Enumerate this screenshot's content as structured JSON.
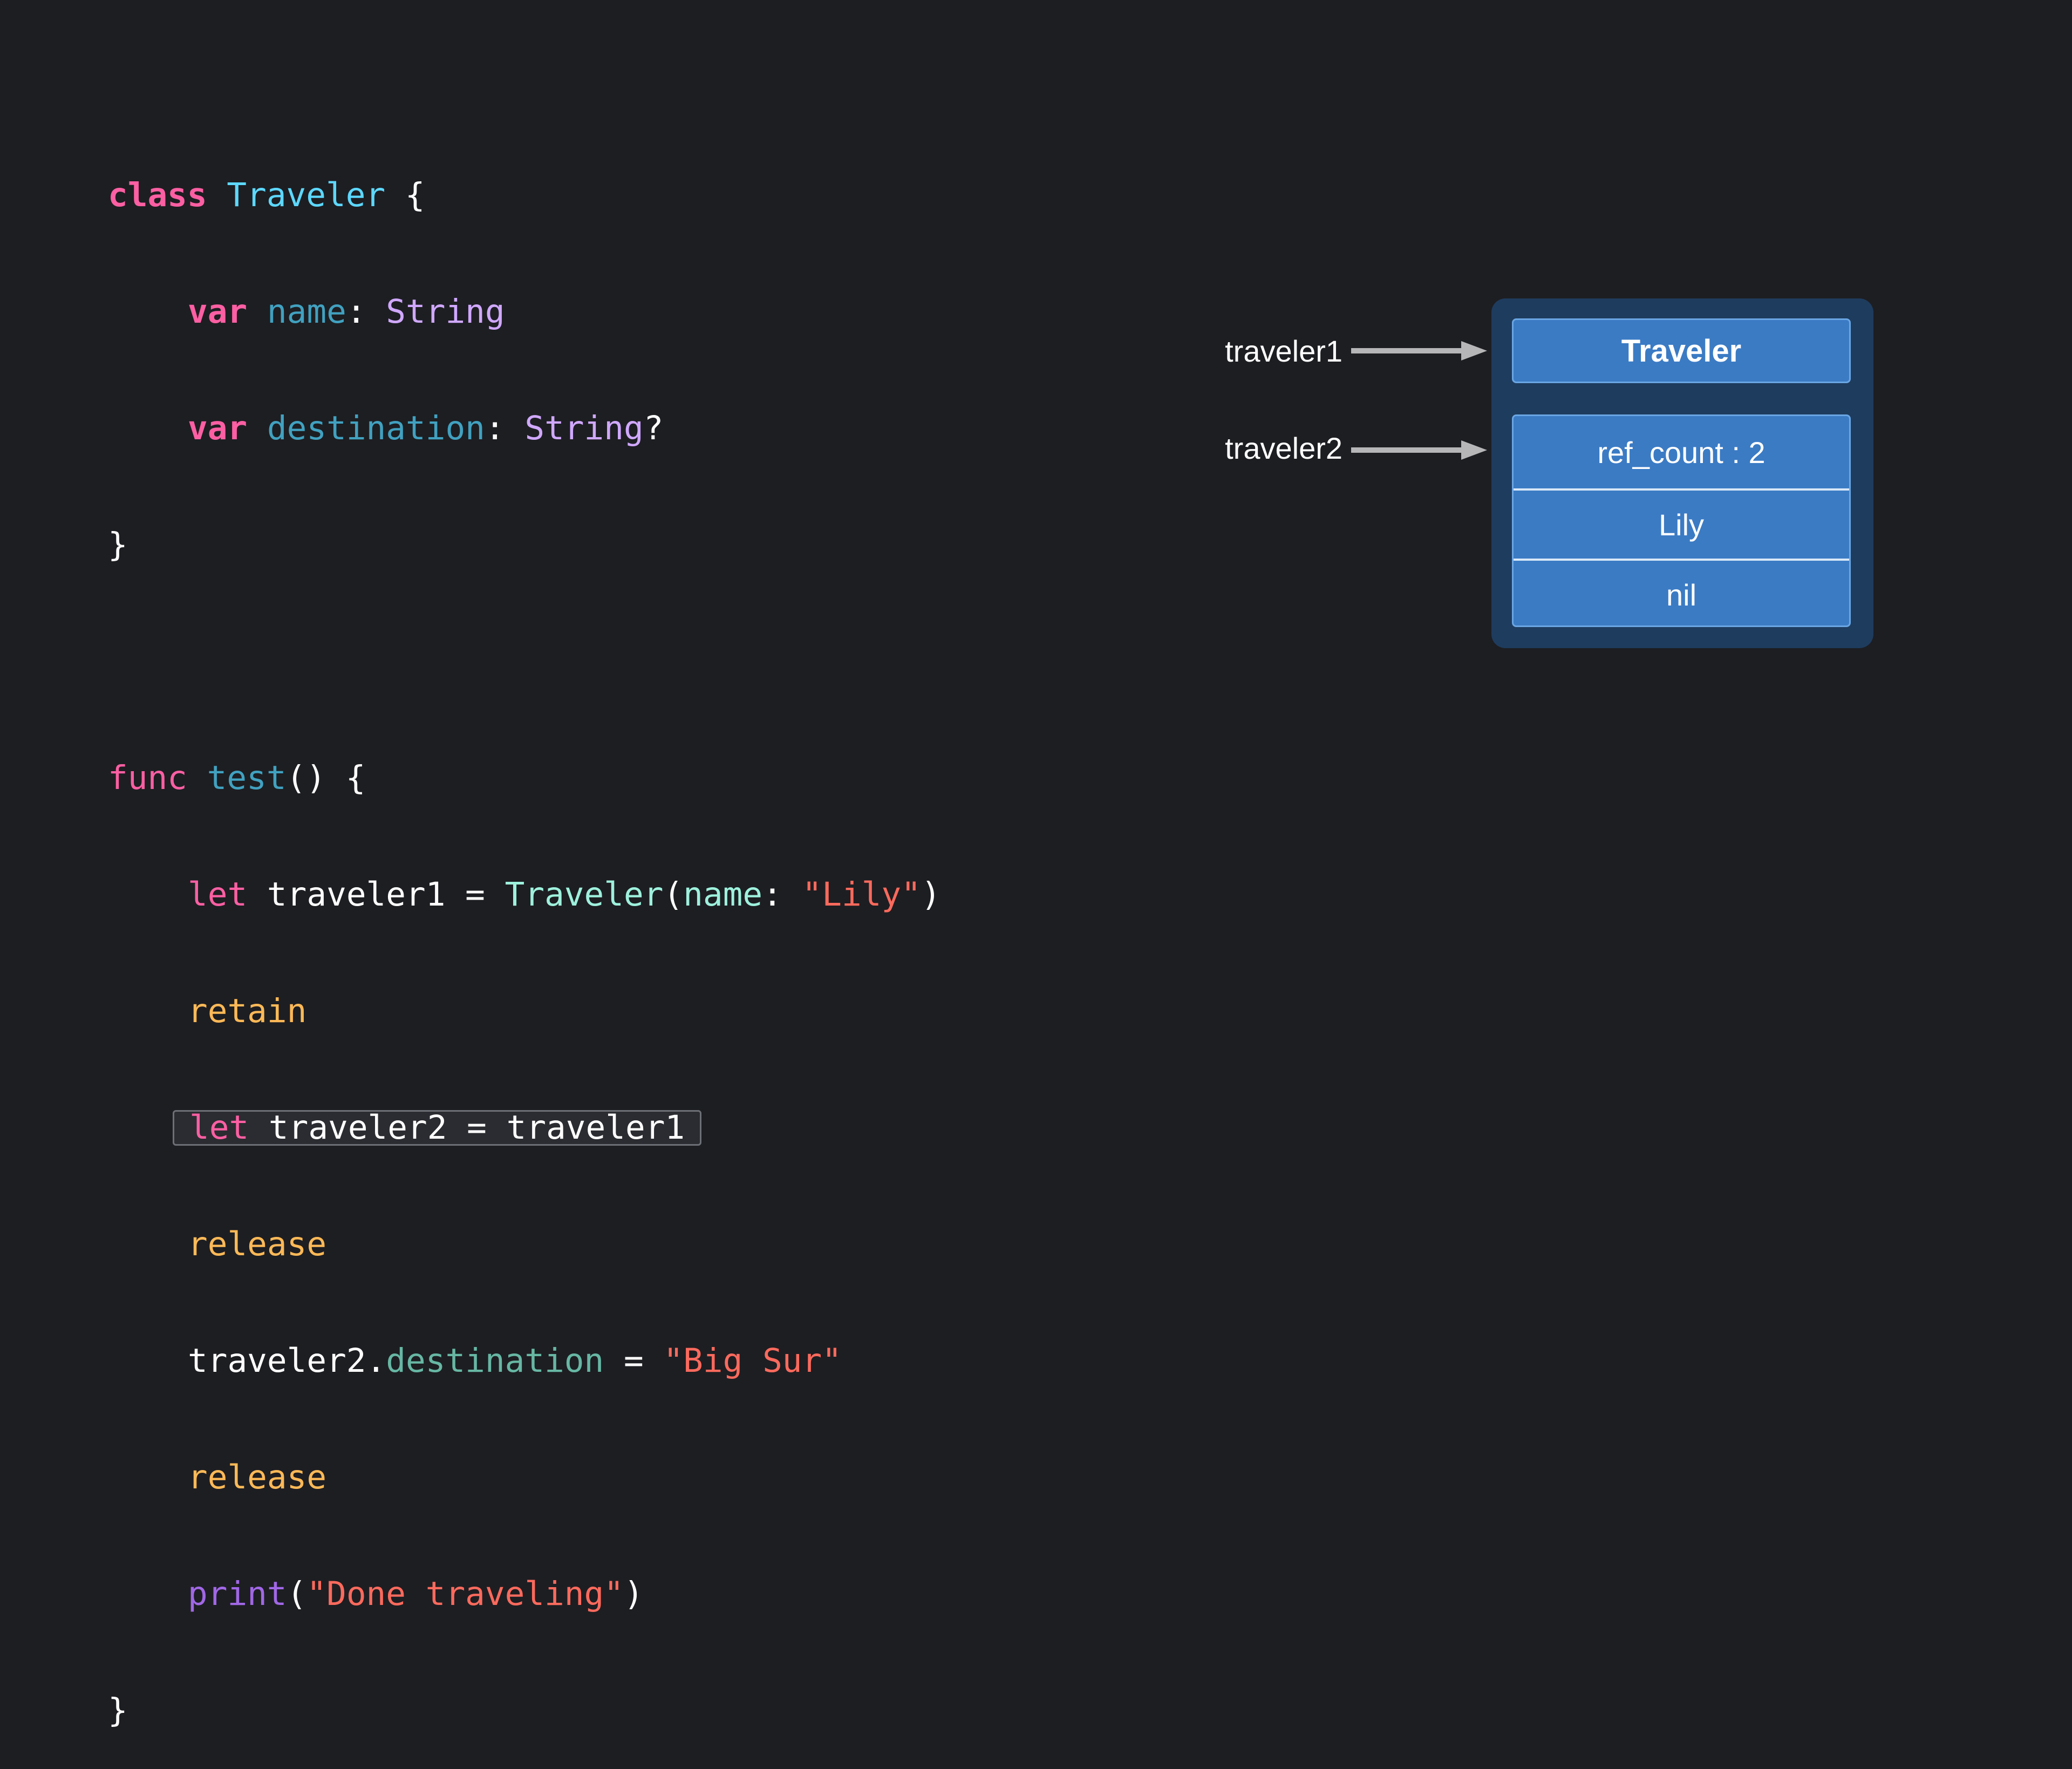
{
  "code": {
    "l1": {
      "kw": "class",
      "name": "Traveler",
      "brace": " {"
    },
    "l2": {
      "kw": "var",
      "prop": "name",
      "colon": ": ",
      "type": "String"
    },
    "l3": {
      "kw": "var",
      "prop": "destination",
      "colon": ": ",
      "type": "String",
      "opt": "?"
    },
    "l4": "}",
    "l6": {
      "kw": "func",
      "name": "test",
      "rest": "() {"
    },
    "l7": {
      "kw": "let",
      "var": " traveler1 = ",
      "type": "Traveler",
      "open": "(",
      "arg": "name",
      "colon": ": ",
      "str": "\"Lily\"",
      "close": ")"
    },
    "l8": "retain",
    "l9": {
      "kw": "let",
      "rest": " traveler2 = traveler1"
    },
    "l10": "release",
    "l11": {
      "obj": "traveler2.",
      "member": "destination",
      "eq": " = ",
      "str": "\"Big Sur\""
    },
    "l12": "release",
    "l13": {
      "fn": "print",
      "open": "(",
      "str": "\"Done traveling\"",
      "close": ")"
    },
    "l14": "}"
  },
  "diagram": {
    "var1": "traveler1",
    "var2": "traveler2",
    "object_type": "Traveler",
    "ref_count": "ref_count : 2",
    "name_value": "Lily",
    "destination_value": "nil"
  },
  "colors": {
    "background": "#1d1e22",
    "keyword": "#fc5fa3",
    "type": "#5dd8ff",
    "string": "#fc6a5d",
    "retain_release": "#fdb957",
    "object_box": "#3b7bc4",
    "object_panel": "#1e3c5e"
  }
}
